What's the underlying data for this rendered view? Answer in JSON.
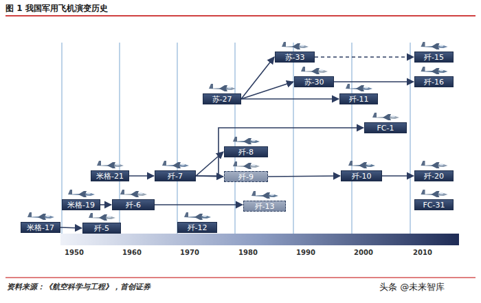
{
  "diagram": {
    "title": "图 1 我国军用飞机演变历史",
    "nodes": [
      {
        "text": [
          "苏-33"
        ]
      },
      {
        "text": [
          "歼-15"
        ]
      },
      {
        "text": [
          "苏-30"
        ]
      },
      {
        "text": [
          "歼-16"
        ]
      },
      {
        "text": [
          "苏-27"
        ]
      },
      {
        "text": [
          "歼-11"
        ]
      },
      {
        "text": [
          "FC-1"
        ]
      },
      {
        "text": [
          "歼-8"
        ]
      },
      {
        "text": [
          "米格-21"
        ]
      },
      {
        "text": [
          "歼-7"
        ]
      },
      {
        "text": [
          "歼-9"
        ]
      },
      {
        "text": [
          "歼-10"
        ]
      },
      {
        "text": [
          "歼-20"
        ]
      },
      {
        "text": [
          "米格-19"
        ]
      },
      {
        "text": [
          "歼-6"
        ]
      },
      {
        "text": [
          "歼-13"
        ]
      },
      {
        "text": [
          "FC-31"
        ]
      },
      {
        "text": [
          "米格-17"
        ]
      },
      {
        "text": [
          "歼-5"
        ]
      },
      {
        "text": [
          "歼-12"
        ]
      }
    ],
    "edges": [
      {
        "from": 17,
        "to": 18,
        "arrow": "to"
      },
      {
        "from": 13,
        "to": 14,
        "arrow": "to"
      },
      {
        "from": 14,
        "to": 15,
        "arrow": "to"
      },
      {
        "from": 8,
        "to": 9,
        "arrow": "to"
      },
      {
        "from": 9,
        "to": 6,
        "arrow": "to"
      },
      {
        "from": 9,
        "to": 7,
        "arrow": "to"
      },
      {
        "from": 9,
        "to": 10,
        "arrow": "to"
      },
      {
        "from": 10,
        "to": 11,
        "arrow": "to"
      },
      {
        "from": 11,
        "to": 12,
        "arrow": "to"
      },
      {
        "from": 4,
        "to": 0,
        "arrow": "to"
      },
      {
        "from": 4,
        "to": 2,
        "arrow": "to"
      },
      {
        "from": 4,
        "to": 5,
        "arrow": "to"
      },
      {
        "from": 0,
        "to": 1,
        "arrow": "to"
      },
      {
        "from": 2,
        "to": 3,
        "arrow": "to"
      }
    ],
    "labels": [
      "1950",
      "1960",
      "1970",
      "1980",
      "1990",
      "2000",
      "2010",
      "资料来源：《航空科学与工程》，首创证券",
      "头条 @未来智库"
    ]
  }
}
